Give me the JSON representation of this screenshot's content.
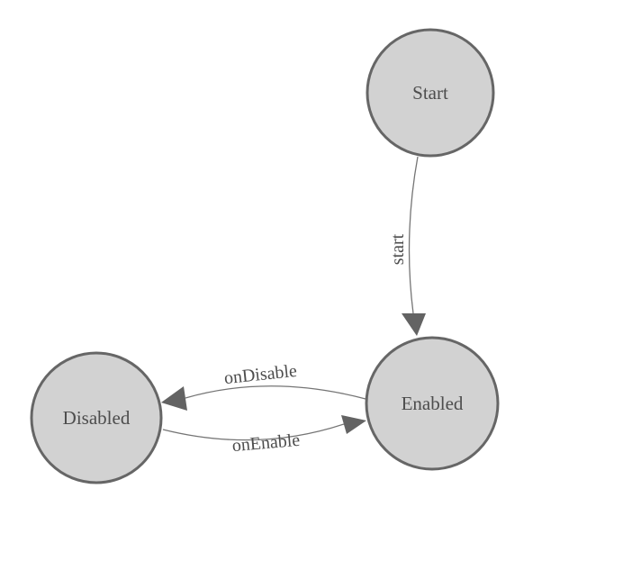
{
  "diagram": {
    "type": "state-machine",
    "nodes": [
      {
        "id": "start-node",
        "label": "Start"
      },
      {
        "id": "enabled-node",
        "label": "Enabled"
      },
      {
        "id": "disabled-node",
        "label": "Disabled"
      }
    ],
    "edges": [
      {
        "from": "Start",
        "to": "Enabled",
        "label": "start"
      },
      {
        "from": "Enabled",
        "to": "Disabled",
        "label": "onDisable"
      },
      {
        "from": "Disabled",
        "to": "Enabled",
        "label": "onEnable"
      }
    ],
    "colors": {
      "background": "#ffffff",
      "node_fill": "#d2d2d2",
      "node_stroke": "#666666",
      "edge_line": "#757575",
      "arrow_fill": "#636363",
      "label_text": "#4d4d4d"
    }
  }
}
